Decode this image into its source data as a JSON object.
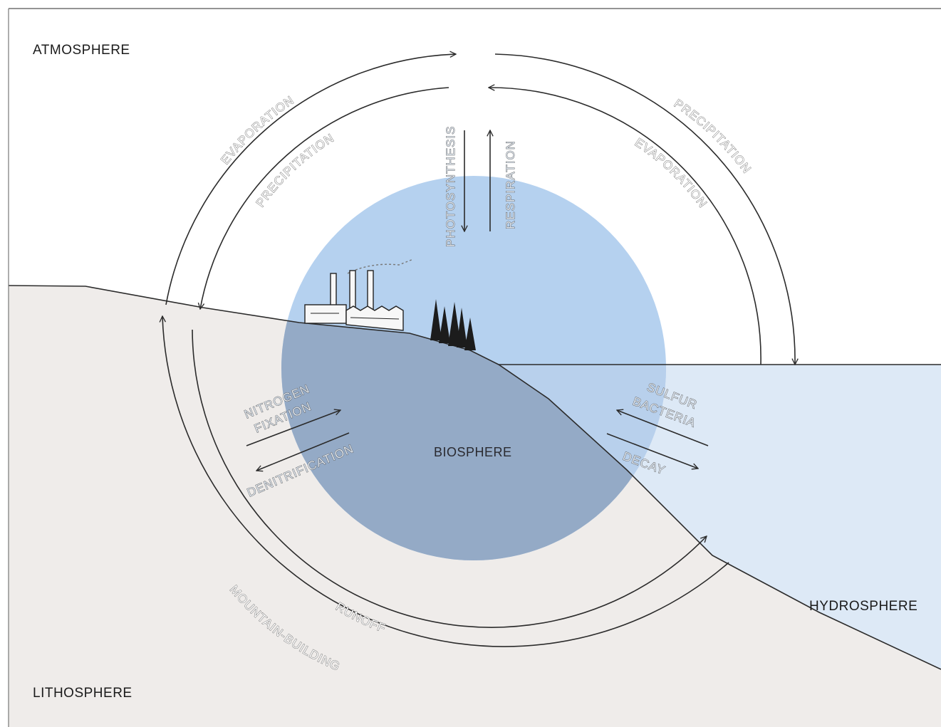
{
  "regions": {
    "atmosphere": "ATMOSPHERE",
    "lithosphere": "LITHOSPHERE",
    "hydrosphere": "HYDROSPHERE",
    "biosphere": "BIOSPHERE"
  },
  "flows": {
    "left_evaporation": "EVAPORATION",
    "left_precipitation": "PRECIPITATION",
    "right_precipitation": "PRECIPITATION",
    "right_evaporation": "EVAPORATION",
    "photosynthesis": "PHOTOSYNTHESIS",
    "respiration": "RESPIRATION",
    "nitrogen_fixation_line1": "NITROGEN",
    "nitrogen_fixation_line2": "FIXATION",
    "denitrification": "DENITRIFICATION",
    "sulfur_bacteria_line1": "SULFUR",
    "sulfur_bacteria_line2": "BACTERIA",
    "decay": "DECAY",
    "runoff": "RUNOFF",
    "mountain_building": "MOUNTAIN-BUILDING"
  },
  "colors": {
    "land": "#efecea",
    "water": "#dde9f6",
    "biosphere": "#b5d1ef",
    "biosphere_land": "#94aac6",
    "biosphere_water": "#b8d0ec",
    "ink": "#2b2b2b"
  }
}
